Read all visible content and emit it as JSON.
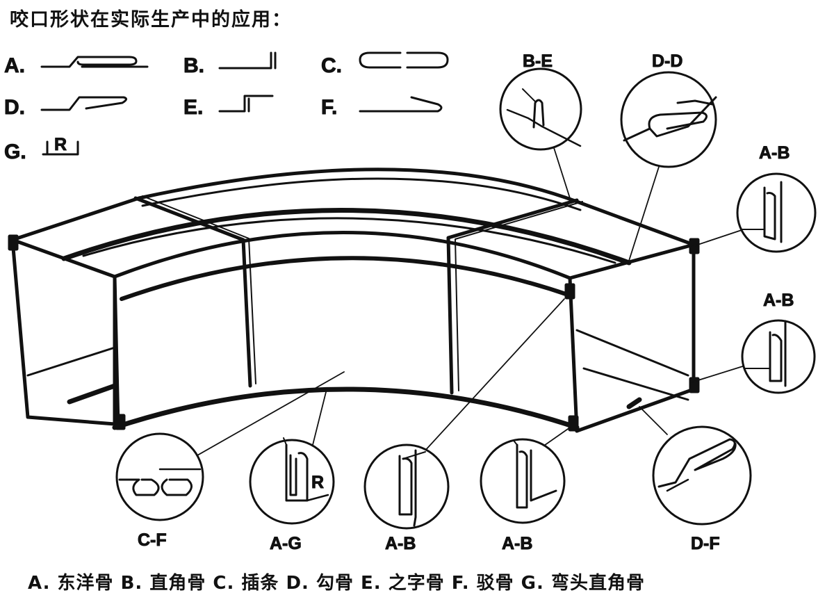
{
  "title": "咬口形状在实际生产中的应用：",
  "profile_keys": [
    {
      "letter": "A.",
      "icon": "double-seam-profile-icon"
    },
    {
      "letter": "B.",
      "icon": "right-angle-seam-profile-icon"
    },
    {
      "letter": "C.",
      "icon": "insert-strip-profile-icon"
    },
    {
      "letter": "D.",
      "icon": "hook-seam-profile-icon"
    },
    {
      "letter": "E.",
      "icon": "step-seam-profile-icon"
    },
    {
      "letter": "F.",
      "icon": "snap-seam-profile-icon"
    },
    {
      "letter": "G.",
      "icon": "elbow-right-angle-profile-icon",
      "inner_label": "R"
    }
  ],
  "detail_labels": {
    "top_left": "B-E",
    "top_center": "D-D",
    "right_upper": "A-B",
    "right_lower": "A-B",
    "bottom_1": "C-F",
    "bottom_2": "A-G",
    "bottom_2_inner": "R",
    "bottom_3": "A-B",
    "bottom_4": "A-B",
    "bottom_5": "D-F"
  },
  "caption": "A. 东洋骨  B. 直角骨  C. 插条  D. 勾骨  E. 之字骨  F. 驳骨  G. 弯头直角骨"
}
